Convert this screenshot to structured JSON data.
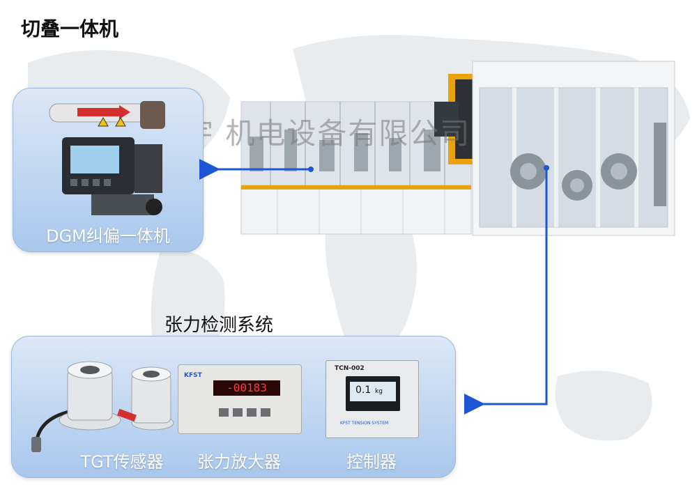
{
  "title": "切叠一体机",
  "watermark": "上海宇 机电设备有限公司",
  "dgm": {
    "label": "DGM纠偏一体机"
  },
  "tension": {
    "title": "张力检测系统",
    "items": [
      {
        "label": "TGT传感器"
      },
      {
        "label": "张力放大器"
      },
      {
        "label": "控制器"
      }
    ]
  },
  "amplifier": {
    "display": "-00183",
    "brand": "KFST"
  },
  "controller": {
    "model": "TCN-002",
    "reading": "0.1",
    "unit": "kg",
    "footer": "KFST TENSION SYSTEM"
  },
  "colors": {
    "arrow": "#1f56d6",
    "panel": "#b7cfee",
    "accent": "#e8a20c"
  }
}
